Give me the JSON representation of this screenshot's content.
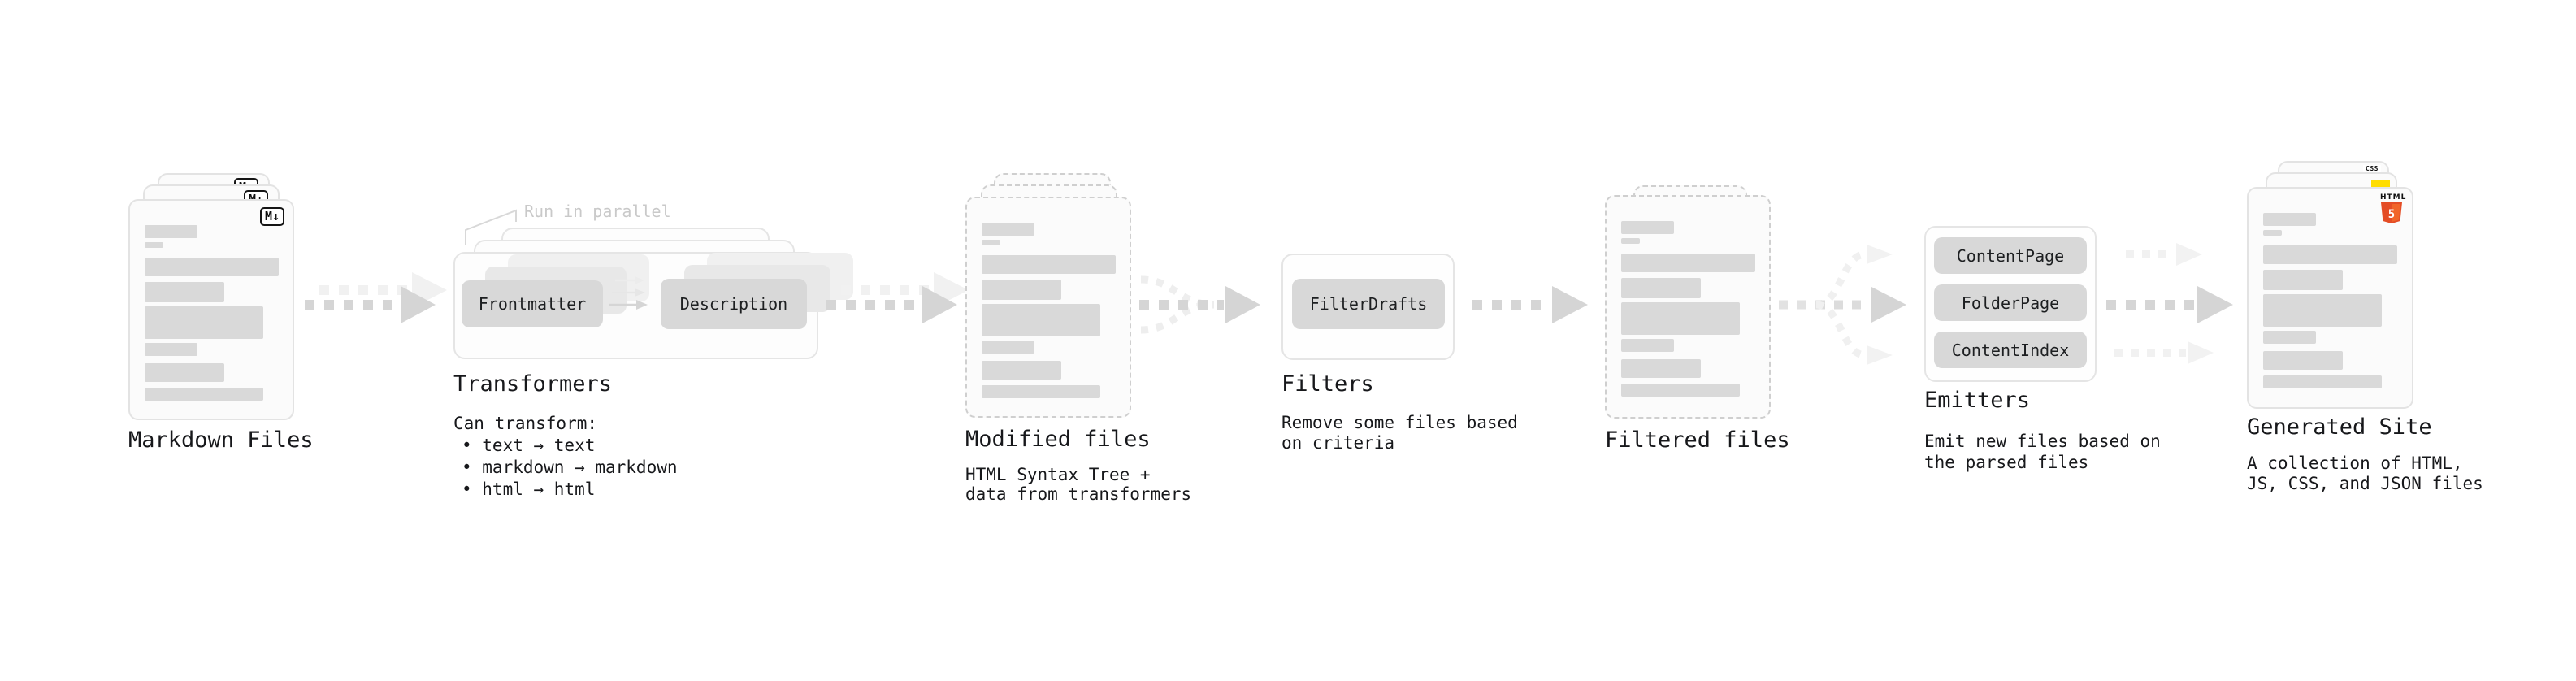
{
  "stages": {
    "markdown": {
      "title": "Markdown Files",
      "badge": "M↓"
    },
    "transformers": {
      "annotation": "Run in parallel",
      "step1": "Frontmatter",
      "step2": "Description",
      "title": "Transformers",
      "subtitle": "Can transform:",
      "bullets": [
        "• text → text",
        "• markdown → markdown",
        "• html → html"
      ]
    },
    "modified": {
      "title": "Modified files",
      "desc_line1": "HTML Syntax Tree +",
      "desc_line2": "data from transformers"
    },
    "filters": {
      "button": "FilterDrafts",
      "title": "Filters",
      "desc_line1": "Remove some files based",
      "desc_line2": "on criteria"
    },
    "filtered": {
      "title": "Filtered files"
    },
    "emitters": {
      "buttons": [
        "ContentPage",
        "FolderPage",
        "ContentIndex"
      ],
      "title": "Emitters",
      "desc_line1": "Emit new files based on",
      "desc_line2": "the parsed files"
    },
    "site": {
      "title": "Generated Site",
      "desc_line1": "A collection of HTML,",
      "desc_line2": "JS, CSS, and JSON files",
      "badge_css": "CSS",
      "badge_html_label": "HTML",
      "badge_html_number": "5"
    }
  },
  "colors": {
    "bar_gray": "#d9d9d9",
    "pill_gray": "#d8d8d8",
    "arrow_gray": "#d5d5d5",
    "arrow_light": "#f1f1f1",
    "annotation_gray": "#c9c9c9",
    "text": "#17181b",
    "js_yellow": "#ffdd00",
    "css_blue": "#2965f1",
    "html5_orange": "#e44d26",
    "html5_orange_light": "#f16529"
  }
}
